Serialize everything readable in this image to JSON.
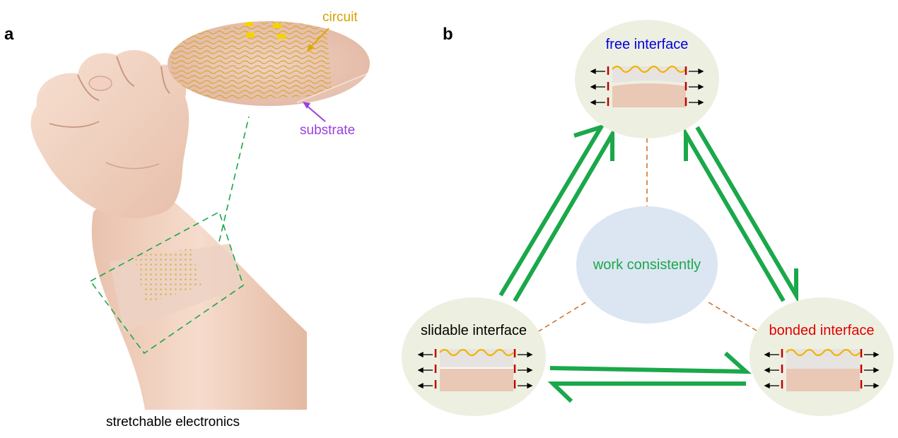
{
  "panel_a": {
    "label": "a",
    "caption": "stretchable electronics",
    "circuit_label": "circuit",
    "substrate_label": "substrate"
  },
  "panel_b": {
    "label": "b",
    "center_label": "work consistently",
    "interfaces": {
      "free": "free interface",
      "slidable": "slidable interface",
      "bonded": "bonded interface"
    }
  },
  "colors": {
    "circuit": "#d4a000",
    "substrate": "#9b3fe0",
    "free": "#0000e0",
    "bonded": "#e00000",
    "slidable": "#000000",
    "arrow": "#1aa84a",
    "center_text": "#1aa84a",
    "center_fill": "#dce6f2",
    "node_fill": "#edf0e0",
    "callout_dash": "#1aa84a",
    "connector": "#d2691e",
    "skin": "#f0d6c8",
    "membrane": "#e6e3e1",
    "tissue": "#e9c8b5",
    "wave": "#f0b400",
    "clamp": "#c00000"
  }
}
